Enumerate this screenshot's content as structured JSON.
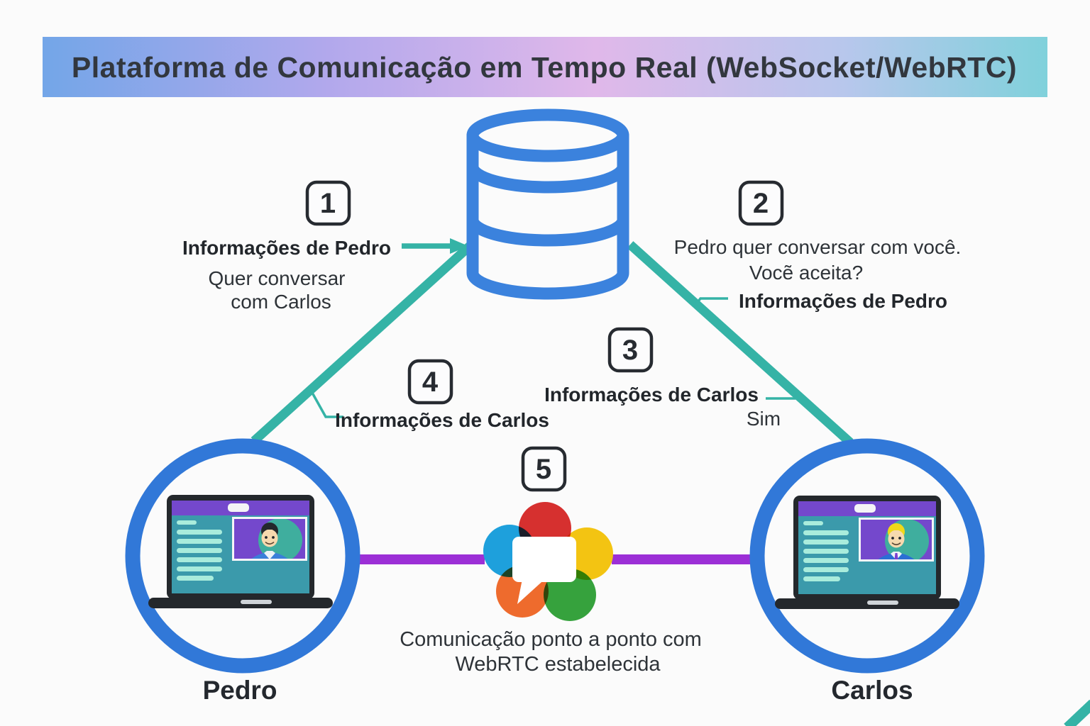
{
  "title": "Plataforma de Comunicação em Tempo Real (WebSocket/WebRTC)",
  "steps": {
    "s1": {
      "number": "1",
      "label": "Informações de Pedro",
      "line1": "Quer conversar",
      "line2": "com Carlos"
    },
    "s2": {
      "number": "2",
      "line1": "Pedro quer conversar com você.",
      "line2": "Vocẽ aceita?",
      "label": "Informações de Pedro"
    },
    "s3": {
      "number": "3",
      "label": "Informações de Carlos",
      "response": "Sim"
    },
    "s4": {
      "number": "4",
      "label": "Informações de Carlos"
    },
    "s5": {
      "number": "5",
      "line1": "Comunicação ponto a ponto com",
      "line2": "WebRTC estabelecida"
    }
  },
  "peers": {
    "left": {
      "name": "Pedro"
    },
    "right": {
      "name": "Carlos"
    }
  },
  "icons": {
    "server": "database-icon",
    "center": "webrtc-speech-bubble-icon",
    "peers": "laptop-video-call-icon"
  },
  "colors": {
    "background": "#fbfbfb",
    "signal_line_teal": "#35b3a6",
    "peer_ring_blue": "#3178d8",
    "database_blue": "#3b82dd",
    "webrtc_link_purple": "#9c2fd6",
    "banner_gradient": [
      "#73a6e8",
      "#b1a8ec",
      "#e0b8ea",
      "#b7c7ec",
      "#80d1db"
    ],
    "laptop_topbar_purple": "#7448cc",
    "laptop_screen_teal": "#3b9aab",
    "webrtc_logo": {
      "red": "#d6302f",
      "blue": "#1ea0dc",
      "yellow": "#f3c412",
      "orange": "#ee6b2d",
      "green": "#36a23d"
    }
  }
}
